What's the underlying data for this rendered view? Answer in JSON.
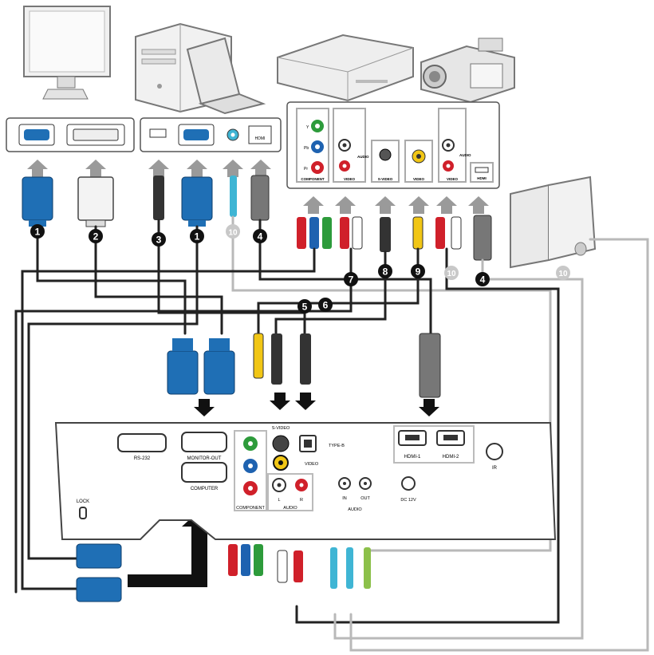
{
  "panel_labels": {
    "component": "COMPONENT",
    "video": "VIDEO",
    "audio": "AUDIO",
    "svideo": "S-VIDEO",
    "hdmi": "HDMI",
    "y": "Y",
    "pb": "Pb",
    "pr": "Pr"
  },
  "projector": {
    "rs232": "RS-232",
    "monitor_out": "MONITOR-OUT",
    "computer": "COMPUTER",
    "lock": "LOCK",
    "svideo": "S-VIDEO",
    "video": "VIDEO",
    "type_b": "TYPE-B",
    "component": "COMPONENT",
    "audio": "AUDIO",
    "audio_l": "L",
    "audio_r": "R",
    "in": "IN",
    "out": "OUT",
    "dc": "DC 12V",
    "hdmi1": "HDMI-1",
    "hdmi2": "HDMI-2",
    "ir": "IR"
  },
  "callouts": [
    "1",
    "2",
    "3",
    "1",
    "10",
    "4",
    "5",
    "6",
    "7",
    "8",
    "9",
    "10",
    "4",
    "10"
  ],
  "colors": {
    "vga_blue": "#1f6fb5",
    "dark_cable": "#222222",
    "grey_cable": "#b9b9b9",
    "arrow_grey": "#9a9a9a",
    "red": "#d0202a",
    "green": "#2d9b3b",
    "blue": "#1e62b0",
    "yellow": "#f1c615",
    "audio_cyan": "#3fb5d4",
    "audio_green": "#8cc04a"
  }
}
